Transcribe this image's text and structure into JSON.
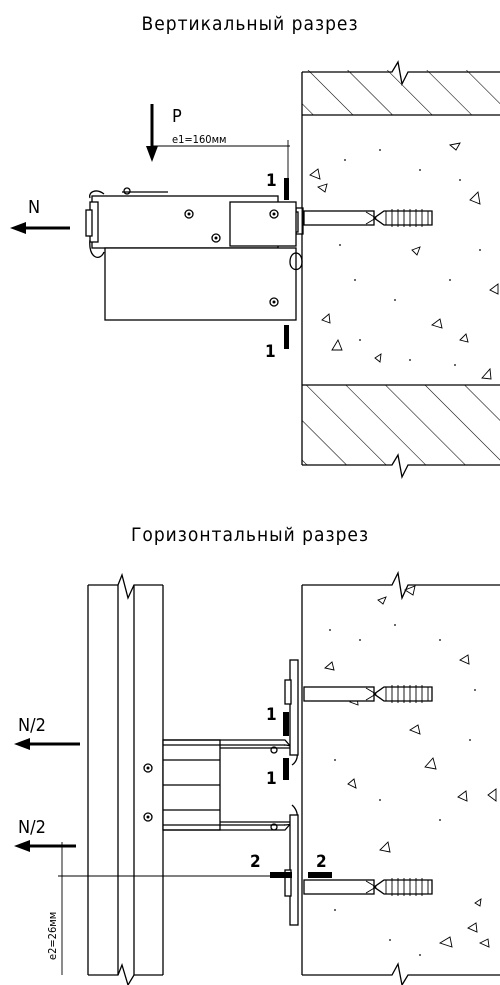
{
  "vertical_section": {
    "title": "Вертикальный разрез",
    "load_p": "P",
    "eccentricity_1": "e1=160мм",
    "force_n": "N",
    "marker_1_top": "1",
    "marker_1_bottom": "1"
  },
  "horizontal_section": {
    "title": "Горизонтальный разрез",
    "force_n_half_top": "N/2",
    "force_n_half_bottom": "N/2",
    "marker_1_top": "1",
    "marker_1_bottom": "1",
    "marker_2_left": "2",
    "marker_2_right": "2",
    "eccentricity_2": "e2=26мм"
  }
}
